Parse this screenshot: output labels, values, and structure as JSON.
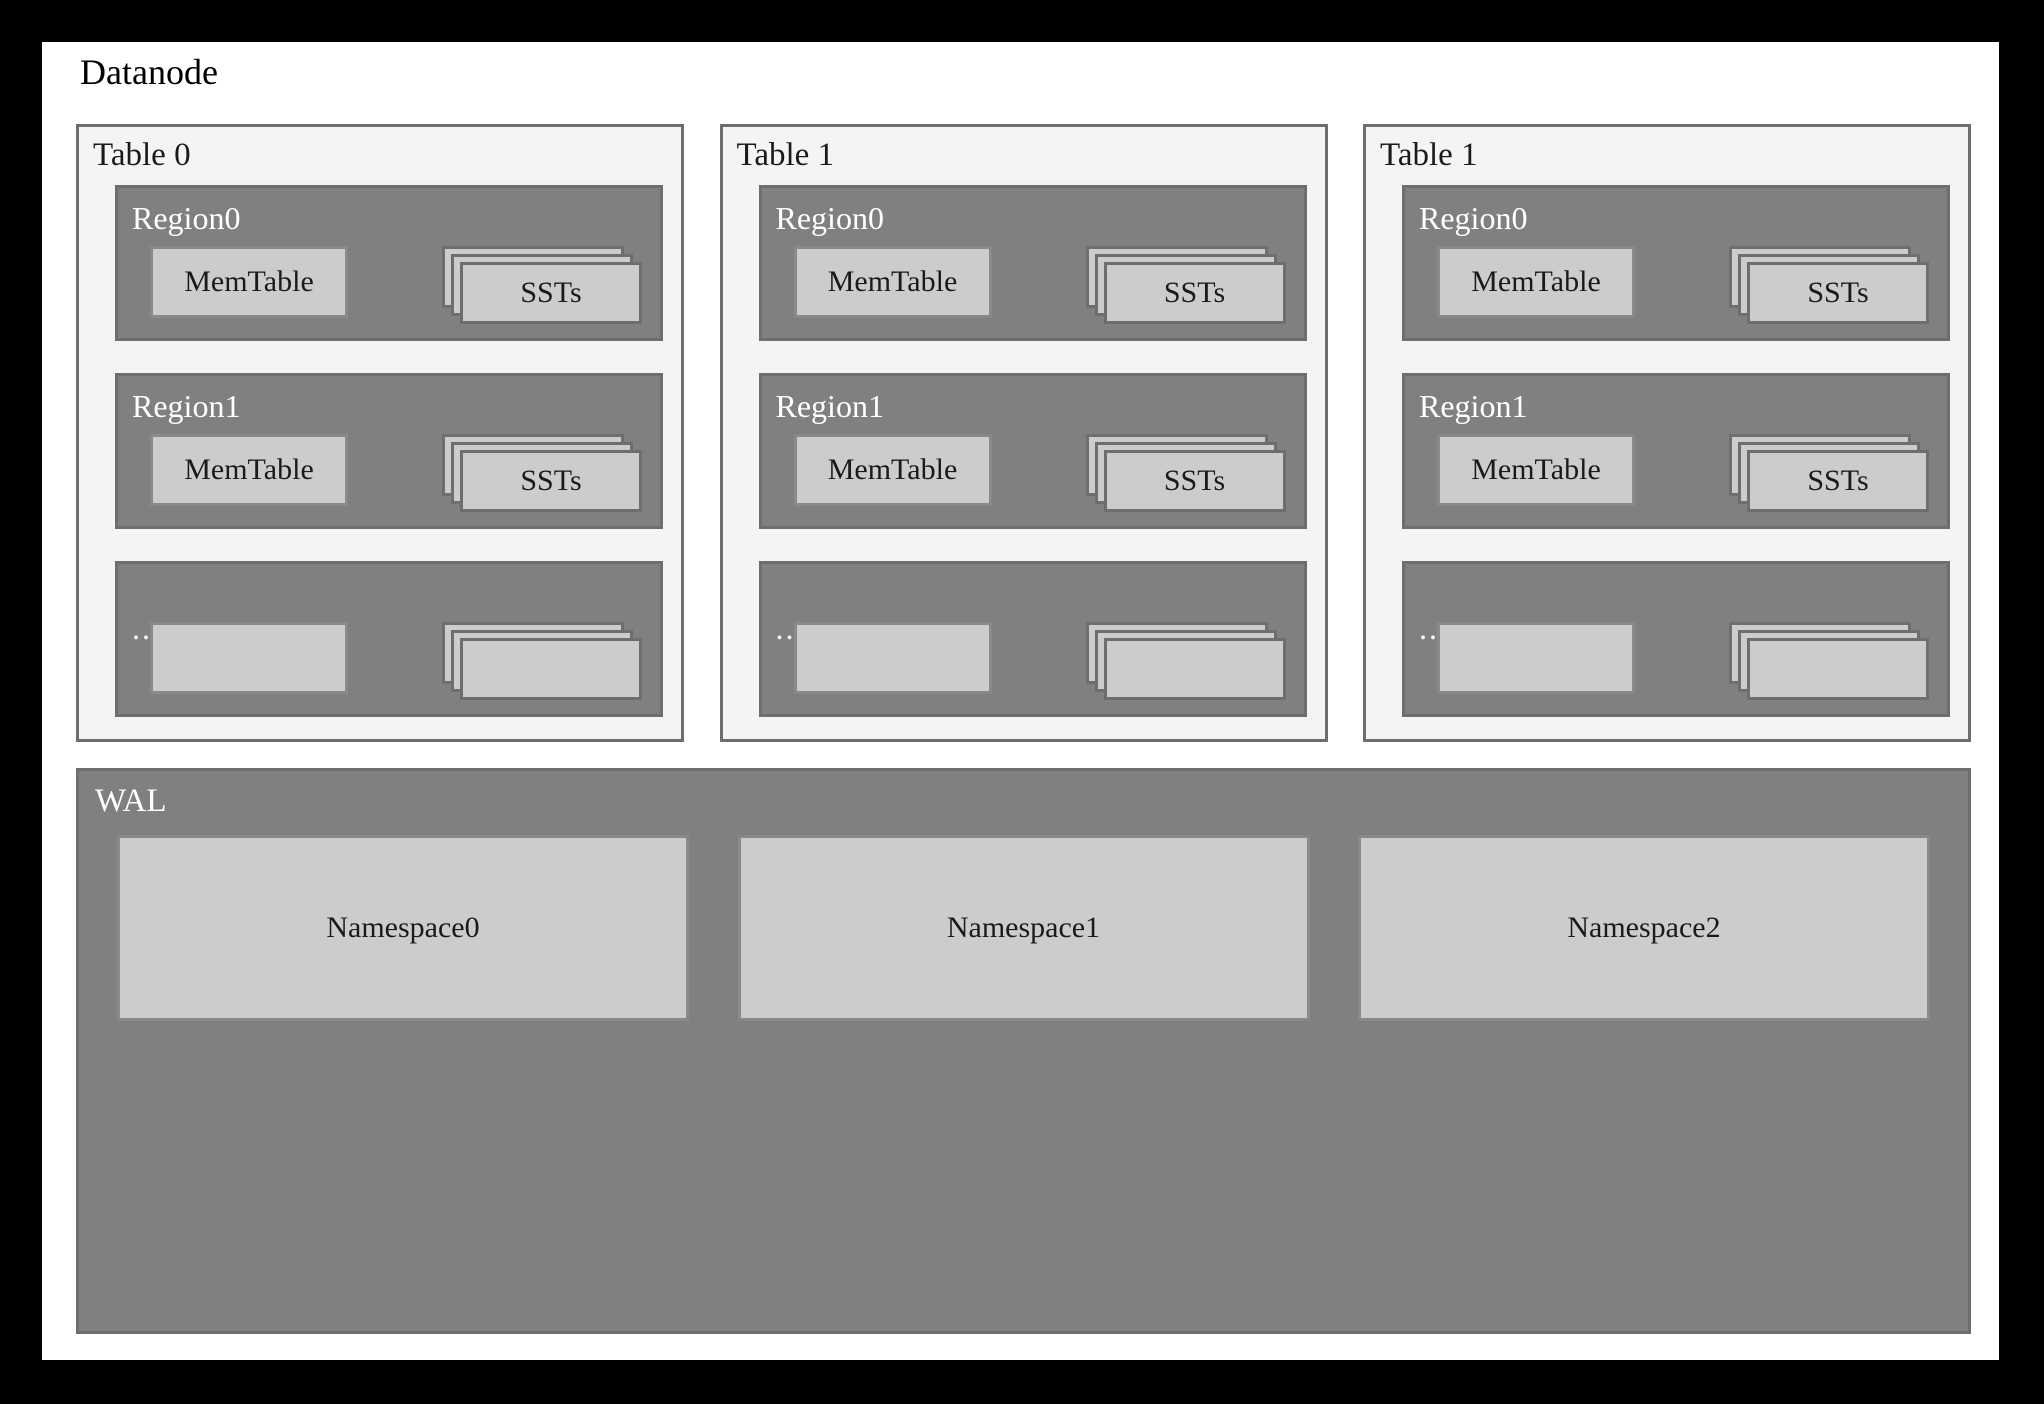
{
  "diagram": {
    "title": "Datanode",
    "colors": {
      "page_background": "#000000",
      "canvas": "#ffffff",
      "panel_fill": "#f4f4f4",
      "panel_border": "#6e6e6e",
      "region_fill": "#808080",
      "region_border": "#6e6e6e",
      "box_fill": "#cccccc",
      "box_border": "#8a8a8a",
      "sst_border": "#6e6e6e",
      "dark_text": "#1a1a1a",
      "light_text": "#ffffff"
    }
  },
  "tables": [
    {
      "title": "Table 0",
      "regions": [
        {
          "title": "Region0",
          "is_ellipsis": false,
          "memtable": "MemTable",
          "ssts": "SSTs"
        },
        {
          "title": "Region1",
          "is_ellipsis": false,
          "memtable": "MemTable",
          "ssts": "SSTs"
        },
        {
          "title": "...",
          "is_ellipsis": true,
          "memtable": "",
          "ssts": ""
        }
      ]
    },
    {
      "title": "Table 1",
      "regions": [
        {
          "title": "Region0",
          "is_ellipsis": false,
          "memtable": "MemTable",
          "ssts": "SSTs"
        },
        {
          "title": "Region1",
          "is_ellipsis": false,
          "memtable": "MemTable",
          "ssts": "SSTs"
        },
        {
          "title": "...",
          "is_ellipsis": true,
          "memtable": "",
          "ssts": ""
        }
      ]
    },
    {
      "title": "Table 1",
      "regions": [
        {
          "title": "Region0",
          "is_ellipsis": false,
          "memtable": "MemTable",
          "ssts": "SSTs"
        },
        {
          "title": "Region1",
          "is_ellipsis": false,
          "memtable": "MemTable",
          "ssts": "SSTs"
        },
        {
          "title": "...",
          "is_ellipsis": true,
          "memtable": "",
          "ssts": ""
        }
      ]
    }
  ],
  "wal": {
    "title": "WAL",
    "namespaces": [
      {
        "label": "Namespace0"
      },
      {
        "label": "Namespace1"
      },
      {
        "label": "Namespace2"
      }
    ]
  }
}
